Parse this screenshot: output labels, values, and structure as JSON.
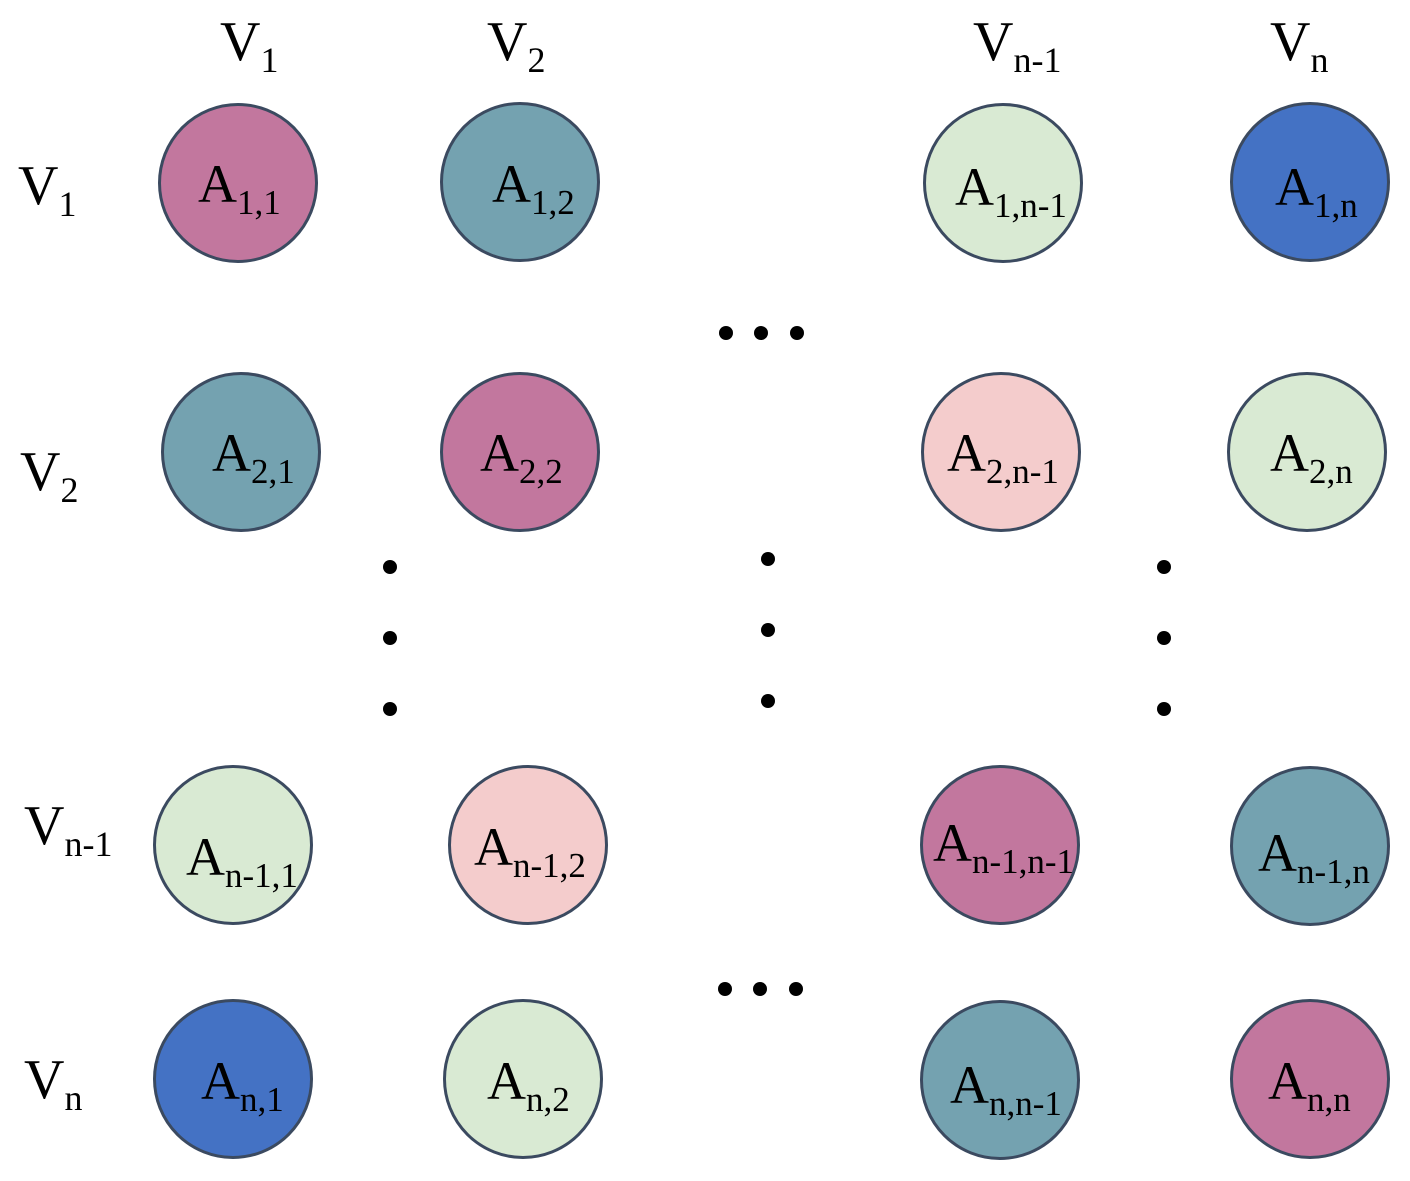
{
  "colors": {
    "magenta": "#c2779e",
    "teal": "#74a2b0",
    "light_green": "#d9ead3",
    "blue": "#4472c4",
    "pink": "#f4cccc",
    "outline": "#3b4a60"
  },
  "column_headers": [
    {
      "main": "V",
      "sub": "1"
    },
    {
      "main": "V",
      "sub": "2"
    },
    {
      "main": "V",
      "sub": "n-1"
    },
    {
      "main": "V",
      "sub": "n"
    }
  ],
  "row_headers": [
    {
      "main": "V",
      "sub": "1"
    },
    {
      "main": "V",
      "sub": "2"
    },
    {
      "main": "V",
      "sub": "n-1"
    },
    {
      "main": "V",
      "sub": "n"
    }
  ],
  "nodes": [
    {
      "main": "A",
      "sub": "1,1",
      "color": "#c2779e"
    },
    {
      "main": "A",
      "sub": "1,2",
      "color": "#74a2b0"
    },
    {
      "main": "A",
      "sub": "1,n-1",
      "color": "#d9ead3"
    },
    {
      "main": "A",
      "sub": "1,n",
      "color": "#4472c4"
    },
    {
      "main": "A",
      "sub": "2,1",
      "color": "#74a2b0"
    },
    {
      "main": "A",
      "sub": "2,2",
      "color": "#c2779e"
    },
    {
      "main": "A",
      "sub": "2,n-1",
      "color": "#f4cccc"
    },
    {
      "main": "A",
      "sub": "2,n",
      "color": "#d9ead3"
    },
    {
      "main": "A",
      "sub": "n-1,1",
      "color": "#d9ead3"
    },
    {
      "main": "A",
      "sub": "n-1,2",
      "color": "#f4cccc"
    },
    {
      "main": "A",
      "sub": "n-1,n-1",
      "color": "#c2779e"
    },
    {
      "main": "A",
      "sub": "n-1,n",
      "color": "#74a2b0"
    },
    {
      "main": "A",
      "sub": "n,1",
      "color": "#4472c4"
    },
    {
      "main": "A",
      "sub": "n,2",
      "color": "#d9ead3"
    },
    {
      "main": "A",
      "sub": "n,n-1",
      "color": "#74a2b0"
    },
    {
      "main": "A",
      "sub": "n,n",
      "color": "#c2779e"
    }
  ]
}
